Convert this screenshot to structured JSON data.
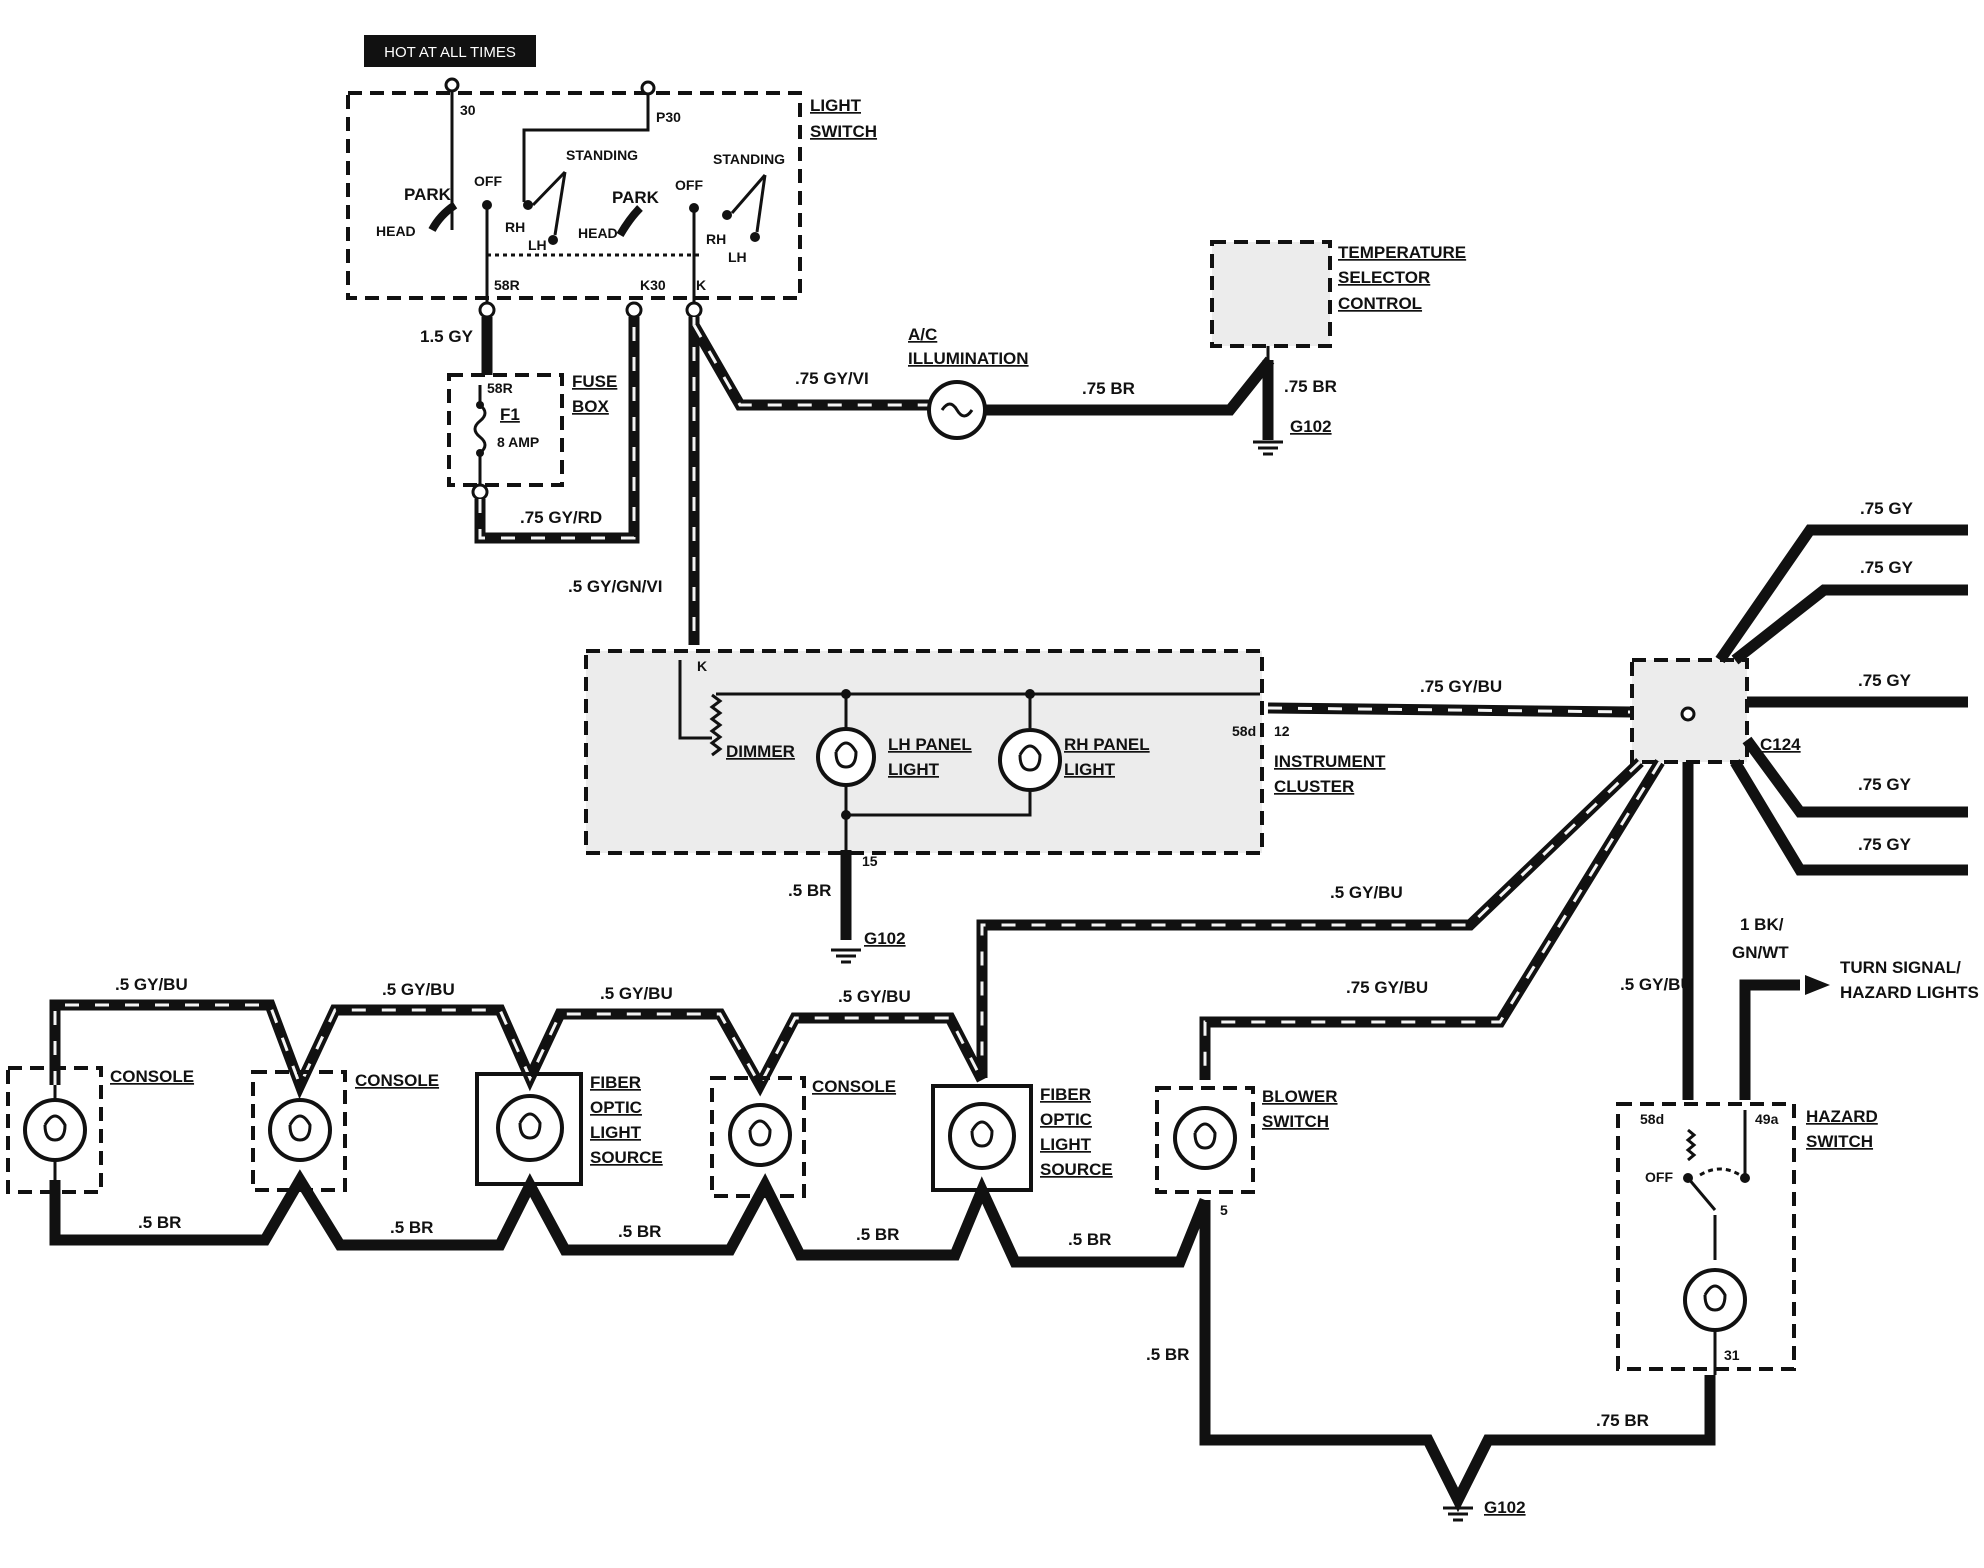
{
  "power": {
    "hot_at_all_times": "HOT AT ALL TIMES"
  },
  "light_switch": {
    "name_line1": "LIGHT",
    "name_line2": "SWITCH",
    "term_30": "30",
    "term_p30": "P30",
    "park_1": "PARK",
    "off_1": "OFF",
    "head_1": "HEAD",
    "standing_1": "STANDING",
    "rh_1": "RH",
    "lh_1": "LH",
    "park_2": "PARK",
    "off_2": "OFF",
    "head_2": "HEAD",
    "standing_2": "STANDING",
    "rh_2": "RH",
    "lh_2": "LH",
    "term_58r": "58R",
    "term_k30": "K30",
    "term_k": "K"
  },
  "fuse_box": {
    "name_line1": "FUSE",
    "name_line2": "BOX",
    "term_58r": "58R",
    "fuse": "F1",
    "rating": "8 AMP"
  },
  "ac_illumination": {
    "name_line1": "A/C",
    "name_line2": "ILLUMINATION"
  },
  "temperature_selector": {
    "name_line1": "TEMPERATURE",
    "name_line2": "SELECTOR",
    "name_line3": "CONTROL"
  },
  "instrument_cluster": {
    "name_line1": "INSTRUMENT",
    "name_line2": "CLUSTER",
    "term_k": "K",
    "term_58d": "58d",
    "term_12": "12",
    "term_15": "15",
    "dimmer": "DIMMER",
    "lh_panel_line1": "LH PANEL",
    "lh_panel_line2": "LIGHT",
    "rh_panel_line1": "RH PANEL",
    "rh_panel_line2": "LIGHT"
  },
  "connector": {
    "name": "C124"
  },
  "grounds": {
    "g1": "G102",
    "g2": "G102",
    "g3": "G102"
  },
  "wires": {
    "w_15gy": "1.5 GY",
    "w_75gyrd": ".75 GY/RD",
    "w_5gygnvi": ".5 GY/GN/VI",
    "w_75gyvi": ".75 GY/VI",
    "w_75br_ac": ".75 BR",
    "w_75br_temp": ".75 BR",
    "w_75gybu_c124": ".75 GY/BU",
    "w_5br_cluster": ".5 BR",
    "w_75gy_1": ".75 GY",
    "w_75gy_2": ".75 GY",
    "w_75gy_3": ".75 GY",
    "w_75gy_4": ".75 GY",
    "w_75gy_5": ".75 GY",
    "w_5gybu_fiber2": ".5 GY/BU",
    "w_75gybu_blower": ".75 GY/BU",
    "w_5gybu_hazard": ".5 GY/BU",
    "w_1bk": "1 BK/",
    "w_gnwt": "GN/WT",
    "w_5gybu_a": ".5 GY/BU",
    "w_5gybu_b": ".5 GY/BU",
    "w_5gybu_c": ".5 GY/BU",
    "w_5gybu_d": ".5 GY/BU",
    "w_5br_a": ".5 BR",
    "w_5br_b": ".5 BR",
    "w_5br_c": ".5 BR",
    "w_5br_d": ".5 BR",
    "w_5br_e": ".5 BR",
    "w_5br_ground": ".5 BR",
    "w_75br_hazard": ".75 BR"
  },
  "turn_signal": {
    "line1": "TURN SIGNAL/",
    "line2": "HAZARD LIGHTS"
  },
  "bottom_components": {
    "console_1": "CONSOLE",
    "console_2": "CONSOLE",
    "fiber_1_l1": "FIBER",
    "fiber_1_l2": "OPTIC",
    "fiber_1_l3": "LIGHT",
    "fiber_1_l4": "SOURCE",
    "console_3": "CONSOLE",
    "fiber_2_l1": "FIBER",
    "fiber_2_l2": "OPTIC",
    "fiber_2_l3": "LIGHT",
    "fiber_2_l4": "SOURCE",
    "blower_l1": "BLOWER",
    "blower_l2": "SWITCH",
    "blower_term": "5"
  },
  "hazard_switch": {
    "name_line1": "HAZARD",
    "name_line2": "SWITCH",
    "term_58d": "58d",
    "term_49a": "49a",
    "off": "OFF",
    "term_31": "31"
  }
}
